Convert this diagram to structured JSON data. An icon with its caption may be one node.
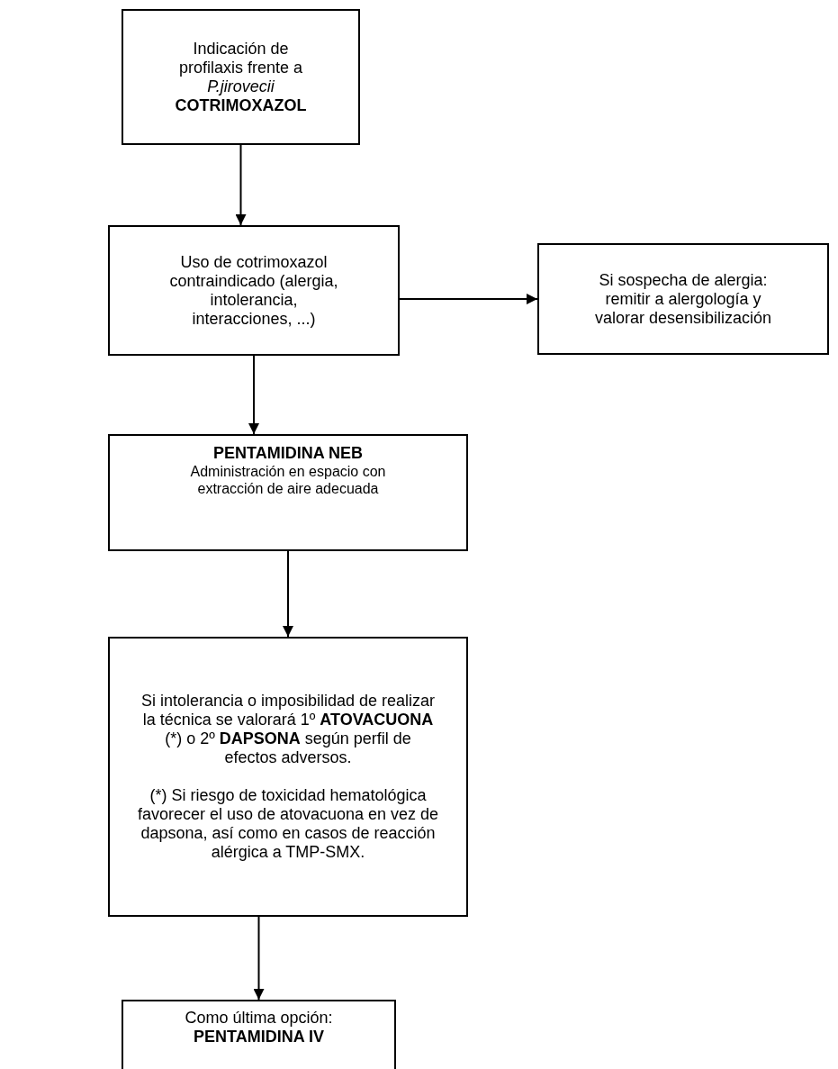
{
  "diagram": {
    "nodes": [
      {
        "text": [
          "Indicación de profilaxis frente a *P.jirovecii* **COTRIMOXAZOL**"
        ]
      },
      {
        "text": [
          "Uso de cotrimoxazol contraindicado (alergia, intolerancia, interacciones, ...)"
        ]
      },
      {
        "text": [
          "Si sospecha de alergia: remitir a alergología y valorar desensibilización"
        ]
      },
      {
        "text": [
          "**PENTAMIDINA NEB** Administración en espacio con extracción de aire adecuada"
        ]
      },
      {
        "text": [
          "Si intolerancia o imposibilidad de realizar la técnica se valorará 1º **ATOVACUONA** (*) o 2º **DAPSONA** según perfil de efectos adversos.",
          "(*) Si riesgo de toxicidad hematológica favorecer el uso de atovacuona en vez de dapsona, así como en casos de reacción alérgica a TMP-SMX."
        ]
      },
      {
        "text": [
          "Como última opción: **PENTAMIDINA IV**"
        ]
      }
    ],
    "edges": [
      {
        "from": 0,
        "to": 1,
        "arrow": "to"
      },
      {
        "from": 1,
        "to": 2,
        "arrow": "to"
      },
      {
        "from": 1,
        "to": 3,
        "arrow": "to"
      },
      {
        "from": 3,
        "to": 4,
        "arrow": "to"
      },
      {
        "from": 4,
        "to": 5,
        "arrow": "to"
      }
    ]
  }
}
